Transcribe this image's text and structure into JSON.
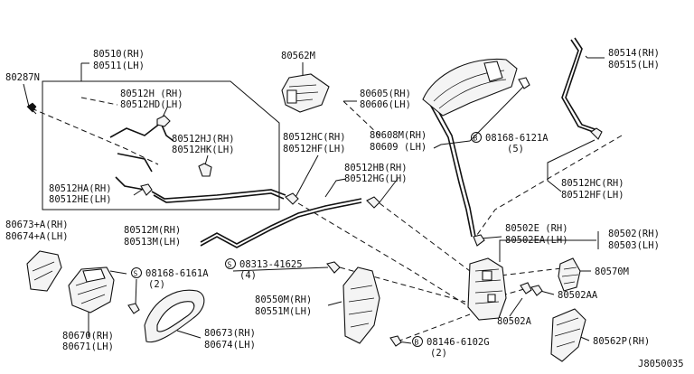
{
  "diagram_id": "J8050035",
  "callouts": [
    {
      "lines": [
        "80510(RH)",
        "80511(LH)"
      ]
    },
    {
      "lines": [
        "80287N"
      ]
    },
    {
      "lines": [
        "80512H (RH)",
        "80512HD(LH)"
      ]
    },
    {
      "lines": [
        "80512HJ(RH)",
        "80512HK(LH)"
      ]
    },
    {
      "lines": [
        "80512HA(RH)",
        "80512HE(LH)"
      ]
    },
    {
      "lines": [
        "80562M"
      ]
    },
    {
      "lines": [
        "80605(RH)",
        "80606(LH)"
      ]
    },
    {
      "lines": [
        "80514(RH)",
        "80515(LH)"
      ]
    },
    {
      "lines": [
        "80512HC(RH)",
        "80512HF(LH)"
      ]
    },
    {
      "lines": [
        "80608M(RH)",
        "80609 (LH)"
      ]
    },
    {
      "lines": [
        "08168-6121A",
        "(5)"
      ],
      "circle": "B"
    },
    {
      "lines": [
        "80512HB(RH)",
        "80512HG(LH)"
      ]
    },
    {
      "lines": [
        "80512HC(RH)",
        "80512HF(LH)"
      ]
    },
    {
      "lines": [
        "80673+A(RH)",
        "80674+A(LH)"
      ]
    },
    {
      "lines": [
        "80512M(RH)",
        "80513M(LH)"
      ]
    },
    {
      "lines": [
        "80502E (RH)",
        "80502EA(LH)"
      ]
    },
    {
      "lines": [
        "80502(RH)",
        "80503(LH)"
      ]
    },
    {
      "lines": [
        "08168-6161A",
        "(2)"
      ],
      "circle": "S"
    },
    {
      "lines": [
        "08313-41625",
        "(4)"
      ],
      "circle": "S"
    },
    {
      "lines": [
        "80570M"
      ]
    },
    {
      "lines": [
        "80550M(RH)",
        "80551M(LH)"
      ]
    },
    {
      "lines": [
        "80502AA"
      ]
    },
    {
      "lines": [
        "80670(RH)",
        "80671(LH)"
      ]
    },
    {
      "lines": [
        "80673(RH)",
        "80674(LH)"
      ]
    },
    {
      "lines": [
        "08146-6102G",
        "(2)"
      ],
      "circle": "B"
    },
    {
      "lines": [
        "80502A"
      ]
    },
    {
      "lines": [
        "80562P(RH)"
      ]
    }
  ]
}
